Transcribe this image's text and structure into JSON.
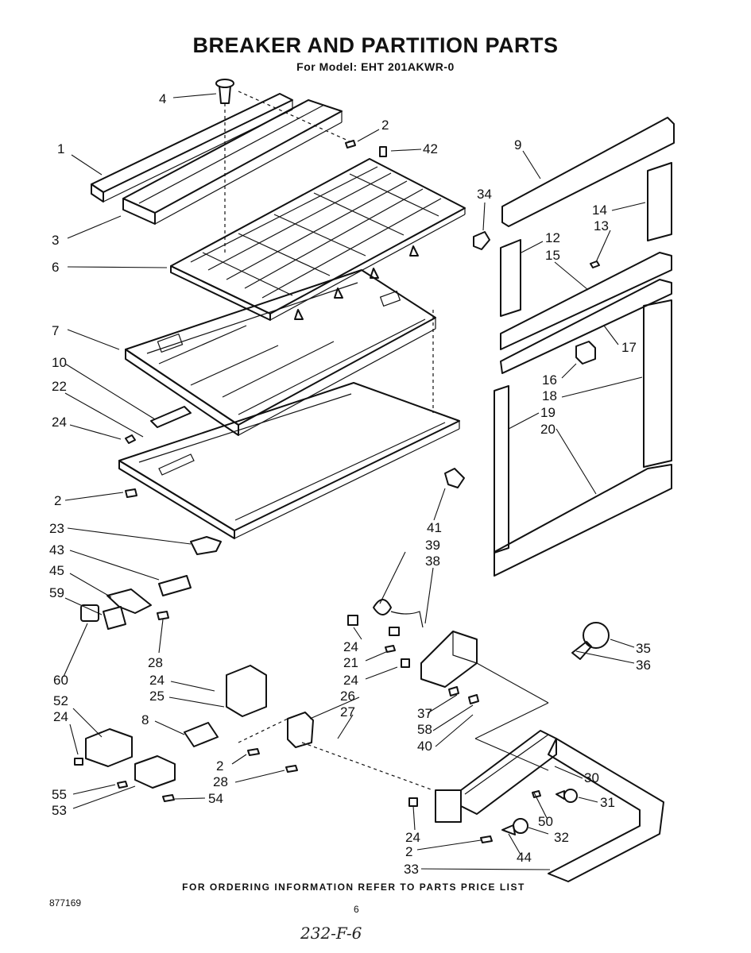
{
  "header": {
    "title": "BREAKER AND PARTITION PARTS",
    "model": "For Model: EHT 201AKWR-0"
  },
  "footer": {
    "ordering_note": "FOR ORDERING INFORMATION REFER TO PARTS PRICE LIST",
    "document_number": "877169",
    "page_number": "6",
    "handwritten_note": "232-F-6"
  },
  "callouts": [
    {
      "id": "c1",
      "label": "1"
    },
    {
      "id": "c2a",
      "label": "2"
    },
    {
      "id": "c3",
      "label": "3"
    },
    {
      "id": "c4",
      "label": "4"
    },
    {
      "id": "c6",
      "label": "6"
    },
    {
      "id": "c7",
      "label": "7"
    },
    {
      "id": "c10",
      "label": "10"
    },
    {
      "id": "c22",
      "label": "22"
    },
    {
      "id": "c24a",
      "label": "24"
    },
    {
      "id": "c2b",
      "label": "2"
    },
    {
      "id": "c23",
      "label": "23"
    },
    {
      "id": "c43",
      "label": "43"
    },
    {
      "id": "c45",
      "label": "45"
    },
    {
      "id": "c59",
      "label": "59"
    },
    {
      "id": "c28a",
      "label": "28"
    },
    {
      "id": "c60",
      "label": "60"
    },
    {
      "id": "c24b",
      "label": "24"
    },
    {
      "id": "c25",
      "label": "25"
    },
    {
      "id": "c52",
      "label": "52"
    },
    {
      "id": "c24c",
      "label": "24"
    },
    {
      "id": "c8",
      "label": "8"
    },
    {
      "id": "c55",
      "label": "55"
    },
    {
      "id": "c53",
      "label": "53"
    },
    {
      "id": "c2c",
      "label": "2"
    },
    {
      "id": "c28b",
      "label": "28"
    },
    {
      "id": "c54",
      "label": "54"
    },
    {
      "id": "c42",
      "label": "42"
    },
    {
      "id": "c9",
      "label": "9"
    },
    {
      "id": "c34",
      "label": "34"
    },
    {
      "id": "c14",
      "label": "14"
    },
    {
      "id": "c13",
      "label": "13"
    },
    {
      "id": "c12",
      "label": "12"
    },
    {
      "id": "c15",
      "label": "15"
    },
    {
      "id": "c17",
      "label": "17"
    },
    {
      "id": "c16",
      "label": "16"
    },
    {
      "id": "c18",
      "label": "18"
    },
    {
      "id": "c19",
      "label": "19"
    },
    {
      "id": "c20",
      "label": "20"
    },
    {
      "id": "c41",
      "label": "41"
    },
    {
      "id": "c39",
      "label": "39"
    },
    {
      "id": "c38",
      "label": "38"
    },
    {
      "id": "c24d",
      "label": "24"
    },
    {
      "id": "c21",
      "label": "21"
    },
    {
      "id": "c24e",
      "label": "24"
    },
    {
      "id": "c26",
      "label": "26"
    },
    {
      "id": "c27",
      "label": "27"
    },
    {
      "id": "c37",
      "label": "37"
    },
    {
      "id": "c58",
      "label": "58"
    },
    {
      "id": "c40",
      "label": "40"
    },
    {
      "id": "c35",
      "label": "35"
    },
    {
      "id": "c36",
      "label": "36"
    },
    {
      "id": "c30",
      "label": "30"
    },
    {
      "id": "c31",
      "label": "31"
    },
    {
      "id": "c50",
      "label": "50"
    },
    {
      "id": "c32",
      "label": "32"
    },
    {
      "id": "c24f",
      "label": "24"
    },
    {
      "id": "c2d",
      "label": "2"
    },
    {
      "id": "c44",
      "label": "44"
    },
    {
      "id": "c33",
      "label": "33"
    }
  ]
}
